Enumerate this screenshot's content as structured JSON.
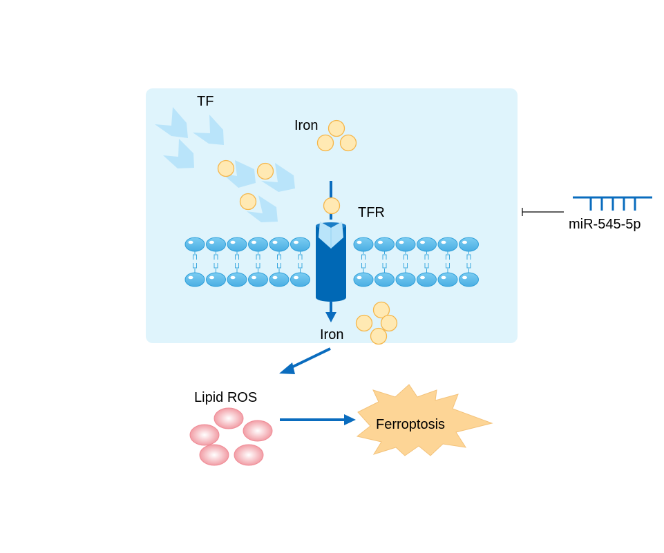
{
  "labels": {
    "tf": "TF",
    "iron_top": "Iron",
    "tfr": "TFR",
    "iron_bottom": "Iron",
    "lipid_ros": "Lipid ROS",
    "ferroptosis": "Ferroptosis",
    "mirna": "miR-545-5p"
  },
  "colors": {
    "cell_bg": "#dff4fc",
    "tf_shape": "#b9e4fa",
    "iron_fill": "#ffe9b3",
    "iron_stroke": "#f5b64a",
    "lipid_head": "#5bb8e8",
    "channel": "#0068b5",
    "arrow": "#0a6cbe",
    "ros_fill": "#f4a6ad",
    "ferroptosis_fill": "#fdd596",
    "mirna": "#0a6cbe"
  },
  "relations": [
    {
      "from": "TF",
      "to": "TFR",
      "type": "binding"
    },
    {
      "from": "TFR",
      "to": "Iron",
      "type": "transport"
    },
    {
      "from": "Iron",
      "to": "Lipid ROS",
      "type": "activation"
    },
    {
      "from": "Lipid ROS",
      "to": "Ferroptosis",
      "type": "activation"
    },
    {
      "from": "miR-545-5p",
      "to": "TF",
      "type": "inhibition"
    }
  ]
}
